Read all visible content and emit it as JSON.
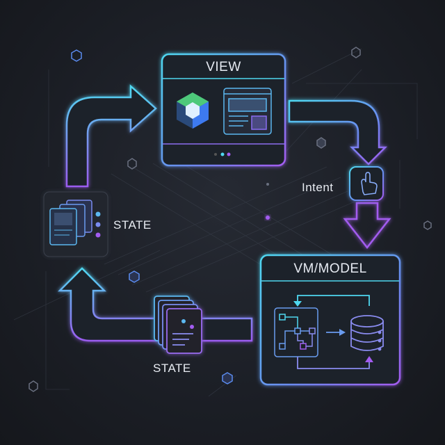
{
  "view_box": {
    "title": "VIEW"
  },
  "model_box": {
    "title": "VM/MODEL"
  },
  "labels": {
    "state_top": "STATE",
    "state_bottom": "STATE",
    "intent": "Intent"
  },
  "colors": {
    "cyan": "#4fd8f0",
    "blue": "#5b8cf0",
    "purple": "#a35cf0",
    "background": "#1b1e25"
  }
}
